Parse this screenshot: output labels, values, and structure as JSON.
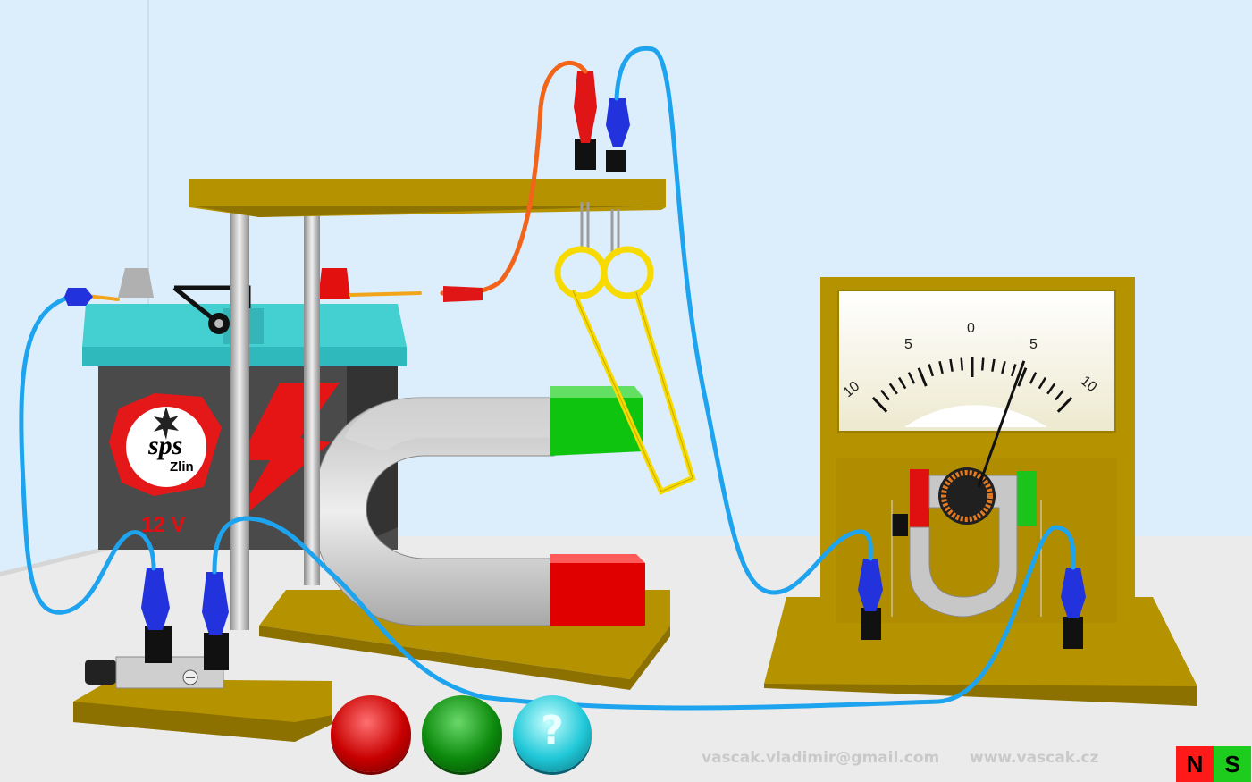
{
  "battery": {
    "logo_top": "sps",
    "logo_bottom": "Zlin",
    "voltage": "12 V"
  },
  "meter": {
    "scale_labels": [
      "10",
      "5",
      "0",
      "5",
      "10"
    ],
    "needle_reading": 4.5,
    "scale_range": [
      -10,
      10
    ]
  },
  "buttons": {
    "help_symbol": "?"
  },
  "footer": {
    "email": "vascak.vladimir@gmail.com",
    "website": "www.vascak.cz"
  },
  "poles": {
    "north": "N",
    "south": "S"
  },
  "colors": {
    "wood": "#b59200",
    "battery_top": "#3bc8c8",
    "battery_body": "#4d4d4d",
    "wire_blue": "#1ea3ee",
    "wire_orange": "#f2641a",
    "pole_green": "#16c616",
    "pole_red": "#e20000"
  }
}
